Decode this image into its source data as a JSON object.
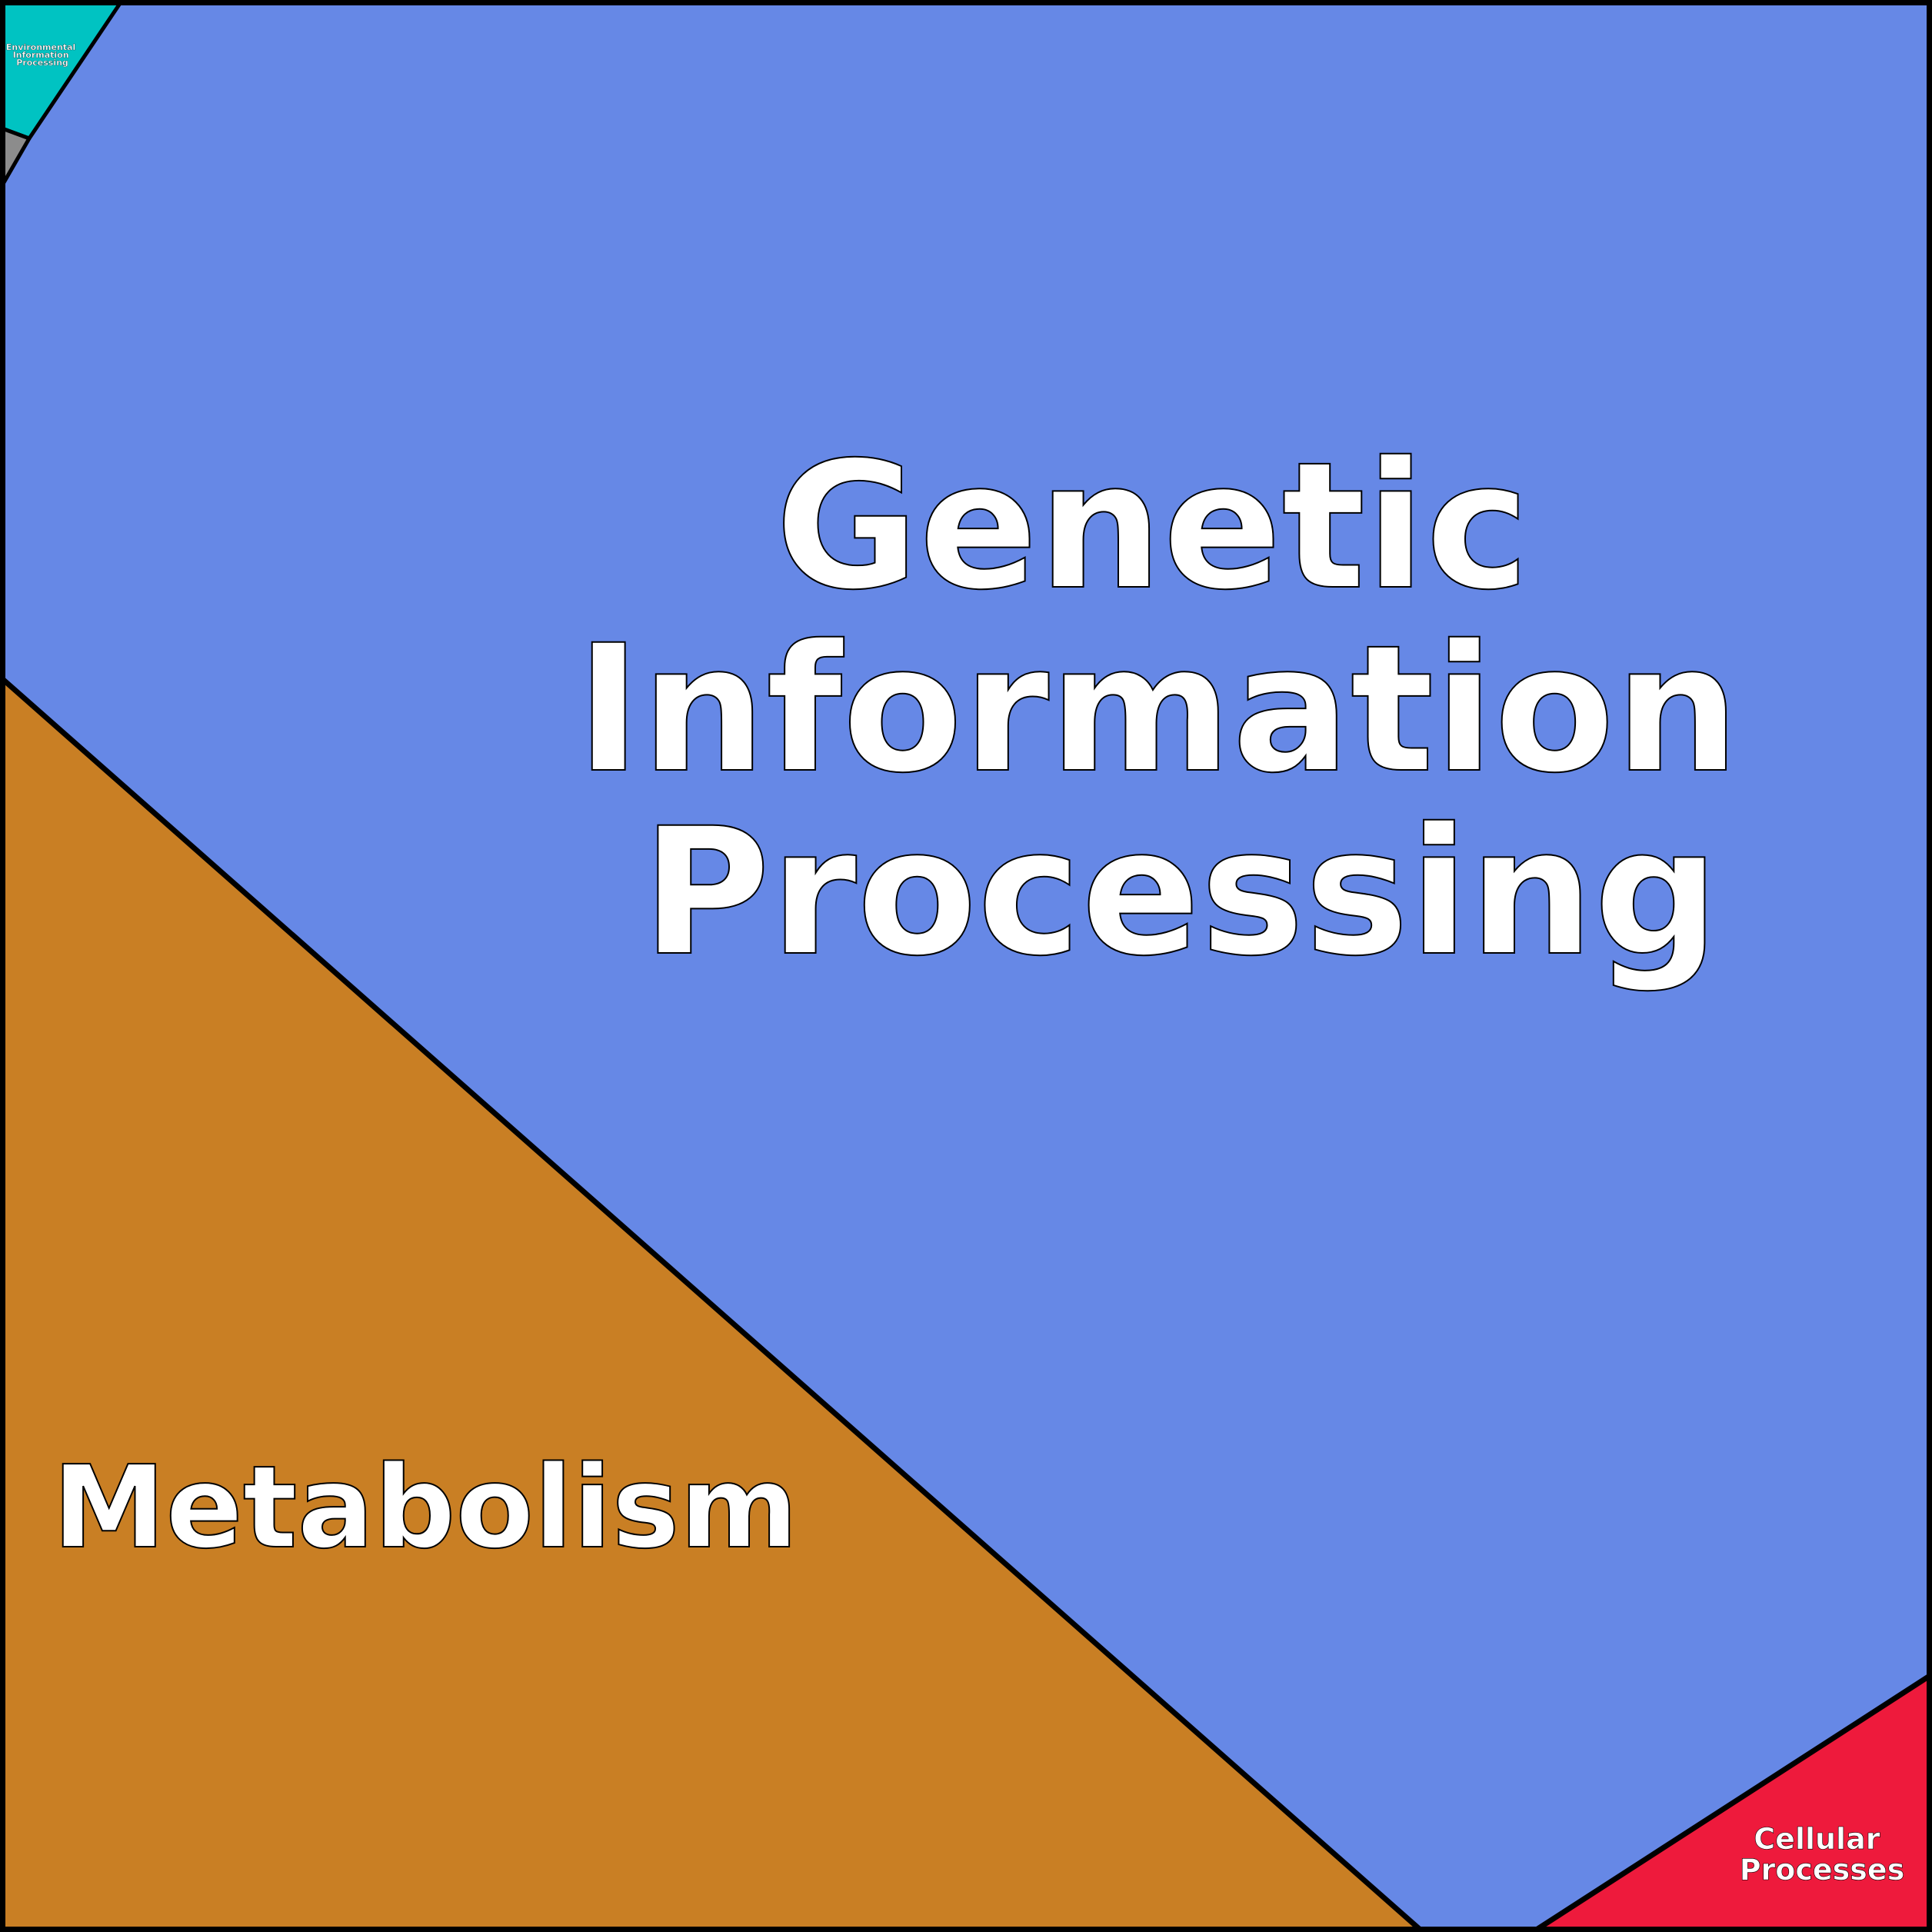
{
  "regions": {
    "genetic": {
      "lines": [
        "Genetic",
        "Information",
        "Processing"
      ],
      "color": "#6688e6"
    },
    "metabolism": {
      "lines": [
        "Metabolism"
      ],
      "color": "#c97f24"
    },
    "cellular": {
      "lines": [
        "Cellular",
        "Processes"
      ],
      "color": "#ee1a3c"
    },
    "environmental": {
      "lines": [
        "Environmental",
        "Information",
        "Processing"
      ],
      "color": "#00c3c2"
    },
    "unlabeled_sliver": {
      "color": "#8c8c8c"
    }
  }
}
